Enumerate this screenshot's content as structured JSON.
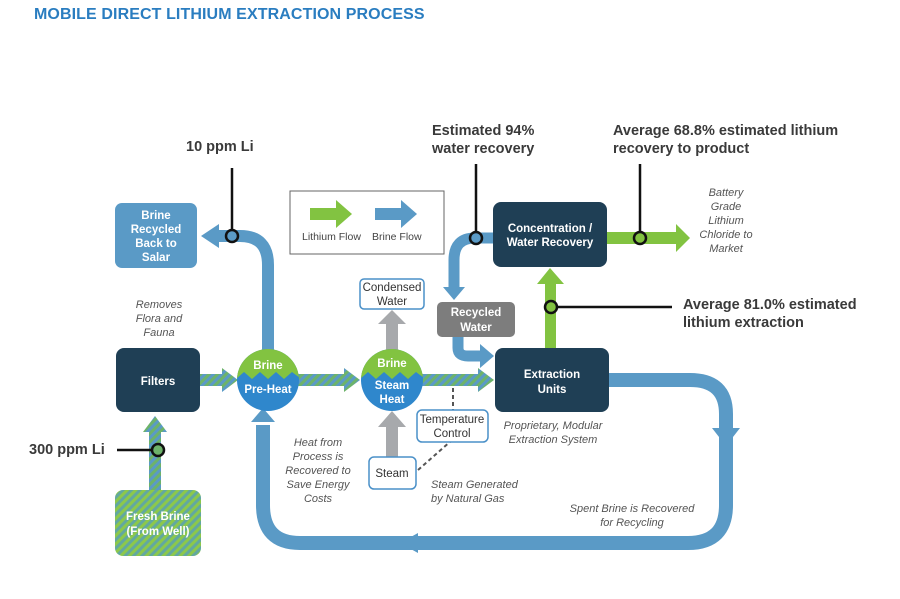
{
  "title": "MOBILE DIRECT LITHIUM EXTRACTION PROCESS",
  "colors": {
    "title": "#2a7dc0",
    "brine_flow": "#5a9ac6",
    "lithium_flow": "#82c341",
    "dark_box": "#1f3f55",
    "grey_box": "#7d7d7d",
    "steam_arrow": "#a7a9ac",
    "outline_box": "#4a90c8"
  },
  "legend": {
    "lithium_flow": "Lithium Flow",
    "brine_flow": "Brine Flow"
  },
  "callouts": {
    "ppm_10": "10 ppm Li",
    "ppm_300": "300 ppm Li",
    "water_recovery": [
      "Estimated 94%",
      "water recovery"
    ],
    "lithium_recovery": [
      "Average 68.8% estimated lithium",
      "recovery to product"
    ],
    "lithium_extraction": [
      "Average 81.0% estimated",
      "lithium extraction"
    ]
  },
  "boxes": {
    "brine_recycled": [
      "Brine",
      "Recycled",
      "Back to",
      "Salar"
    ],
    "filters": "Filters",
    "fresh_brine": [
      "Fresh Brine",
      "(From Well)"
    ],
    "preheat": {
      "top": "Brine",
      "bottom": "Pre-Heat"
    },
    "steam_heat": {
      "top": "Brine",
      "bottom": [
        "Steam",
        "Heat"
      ]
    },
    "condensed_water": [
      "Condensed",
      "Water"
    ],
    "recycled_water": [
      "Recycled",
      "Water"
    ],
    "extraction_units": [
      "Extraction",
      "Units"
    ],
    "concentration": [
      "Concentration /",
      "Water Recovery"
    ],
    "temperature_control": [
      "Temperature",
      "Control"
    ],
    "steam": "Steam"
  },
  "notes": {
    "removes": [
      "Removes",
      "Flora and",
      "Fauna"
    ],
    "heat_recovered": [
      "Heat from",
      "Process is",
      "Recovered to",
      "Save Energy",
      "Costs"
    ],
    "steam_generated": [
      "Steam Generated",
      "by Natural Gas"
    ],
    "proprietary": [
      "Proprietary, Modular",
      "Extraction System"
    ],
    "spent_brine": [
      "Spent Brine is Recovered",
      "for Recycling"
    ],
    "battery_grade": [
      "Battery",
      "Grade",
      "Lithium",
      "Chloride to",
      "Market"
    ]
  }
}
